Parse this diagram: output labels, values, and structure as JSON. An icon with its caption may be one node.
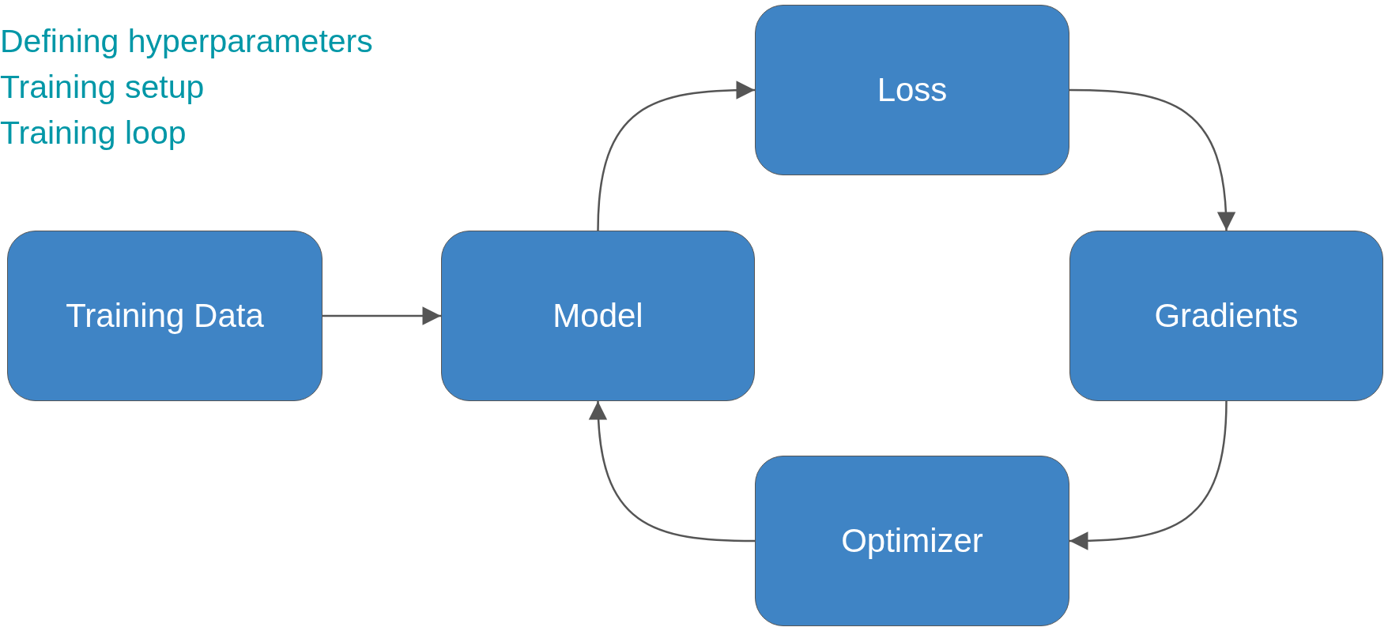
{
  "diagram": {
    "nodes": [
      {
        "text": [
          "Training Data"
        ]
      },
      {
        "text": [
          "Model"
        ]
      },
      {
        "text": [
          "Loss"
        ]
      },
      {
        "text": [
          "Gradients"
        ]
      },
      {
        "text": [
          "Optimizer"
        ]
      }
    ],
    "edges": [
      {
        "from": 0,
        "to": 1,
        "arrow": "to"
      },
      {
        "from": 1,
        "to": 2,
        "arrow": "to"
      },
      {
        "from": 2,
        "to": 3,
        "arrow": "to"
      },
      {
        "from": 3,
        "to": 4,
        "arrow": "to"
      },
      {
        "from": 4,
        "to": 1,
        "arrow": "to"
      }
    ],
    "labels": [
      "Defining hyperparameters",
      "Training setup",
      "Training loop"
    ]
  }
}
